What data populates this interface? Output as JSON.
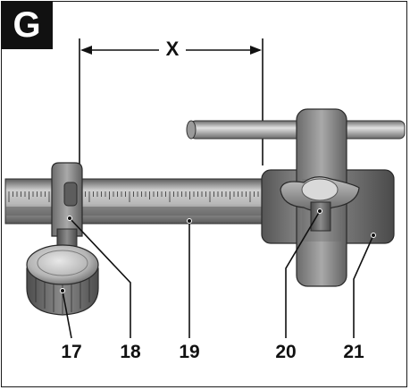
{
  "figure_letter": "G",
  "dimension_label": "X",
  "callouts": [
    "17",
    "18",
    "19",
    "20",
    "21"
  ],
  "colors": {
    "metal_dark": "#4a4a4a",
    "metal_mid": "#8a8a8a",
    "metal_light": "#d6d6d6",
    "ink": "#111111"
  }
}
